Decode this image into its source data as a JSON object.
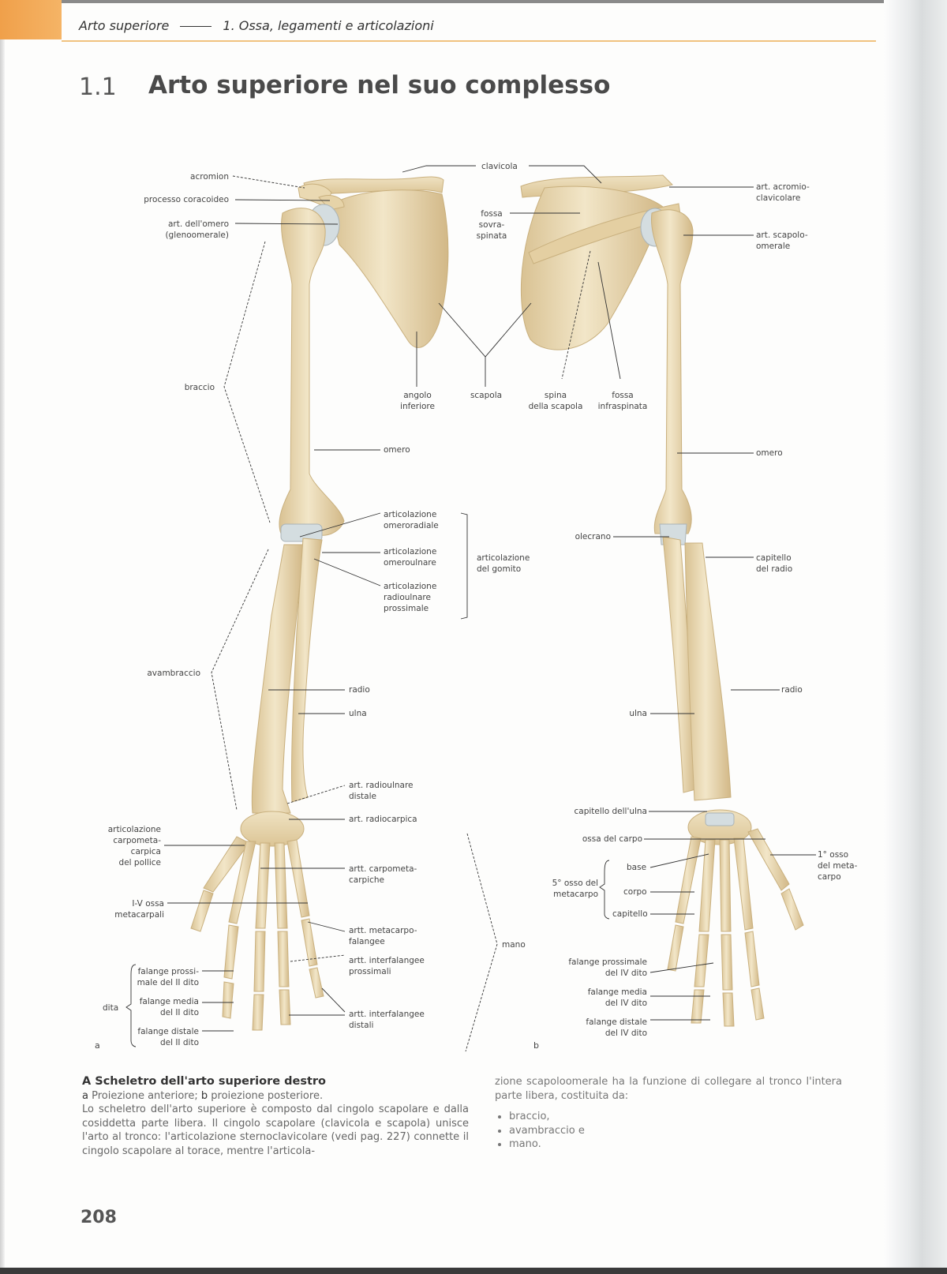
{
  "header": {
    "running_head_left": "Arto superiore",
    "running_head_right": "1. Ossa, legamenti e articolazioni",
    "section_number": "1.1",
    "section_title": "Arto superiore nel suo complesso",
    "accent_color": "#f0a04a"
  },
  "figure_a": {
    "panel_label": "a",
    "labels": {
      "acromion": "acromion",
      "processo_coracoideo": "processo coracoideo",
      "art_omero": "art. dell'omero\n(glenoomerale)",
      "braccio": "braccio",
      "omero": "omero",
      "art_omeroradiale": "articolazione\nomeroradiale",
      "art_omeroulnare": "articolazione\nomeroulnare",
      "art_radioulnare_prox": "articolazione\nradioulnare\nprossimale",
      "art_gomito": "articolazione\ndel gomito",
      "avambraccio": "avambraccio",
      "radio": "radio",
      "ulna": "ulna",
      "art_radioulnare_dist": "art. radioulnare\ndistale",
      "art_radiocarpica": "art. radiocarpica",
      "art_carpometacarpica_pollice": "articolazione\ncarpometa-\ncarpica\ndel pollice",
      "artt_carpometacarpiche": "artt. carpometa-\ncarpiche",
      "ossa_metacarpali": "I-V ossa\nmetacarpali",
      "artt_metacarpofalangee": "artt. metacarpo-\nfalangee",
      "artt_interfalangee_prox": "artt. interfalangee\nprossimali",
      "artt_interfalangee_dist": "artt. interfalangee\ndistali",
      "falange_prossimale": "falange prossi-\nmale del II dito",
      "falange_media": "falange media\ndel II dito",
      "falange_distale": "falange distale\ndel II dito",
      "dita": "dita",
      "mano": "mano"
    }
  },
  "figure_center": {
    "clavicola": "clavicola",
    "fossa_sovraspinata": "fossa\nsovra-\nspinata",
    "angolo_inferiore": "angolo\ninferiore",
    "scapola": "scapola",
    "spina_scapola": "spina\ndella scapola",
    "fossa_infraspinata": "fossa\ninfraspinata"
  },
  "figure_b": {
    "panel_label": "b",
    "labels": {
      "art_acromioclavicolare": "art. acromio-\nclavicolare",
      "art_scapoloomerale": "art. scapolo-\nomerale",
      "omero": "omero",
      "olecrano": "olecrano",
      "capitello_radio": "capitello\ndel radio",
      "radio": "radio",
      "ulna": "ulna",
      "capitello_ulna": "capitello dell'ulna",
      "ossa_carpo": "ossa del carpo",
      "base": "base",
      "corpo": "corpo",
      "capitello": "capitello",
      "quinto_metacarpo": "5° osso del\nmetacarpo",
      "primo_metacarpo": "1° osso\ndel meta-\ncarpo",
      "falange_prossimale_iv": "falange prossimale\ndel IV dito",
      "falange_media_iv": "falange media\ndel IV dito",
      "falange_distale_iv": "falange distale\ndel IV dito"
    }
  },
  "caption": {
    "title": "A Scheletro dell'arto superiore destro",
    "sub_a_key": "a",
    "sub_a": " Proiezione anteriore; ",
    "sub_b_key": "b",
    "sub_b": " proiezione posteriore.",
    "body": "Lo scheletro dell'arto superiore è composto dal cingolo scapolare e dalla cosiddetta parte libera. Il cingolo scapolare (clavicola e scapola) unisce l'arto al tronco: l'articolazione sternoclavicolare (vedi pag. 227) connette il cingolo scapolare al torace, mentre l'articola-"
  },
  "column2": {
    "text": "zione scapoloomerale ha la funzione di collegare al tronco l'intera parte libera, costituita da:",
    "bullets": [
      "braccio,",
      "avambraccio e",
      "mano."
    ]
  },
  "page_number": "208",
  "colors": {
    "bone": "#ecdcb8",
    "bone_shadow": "#d6bf8f",
    "cartilage": "#cfd8dc",
    "leader_line": "#333333"
  }
}
